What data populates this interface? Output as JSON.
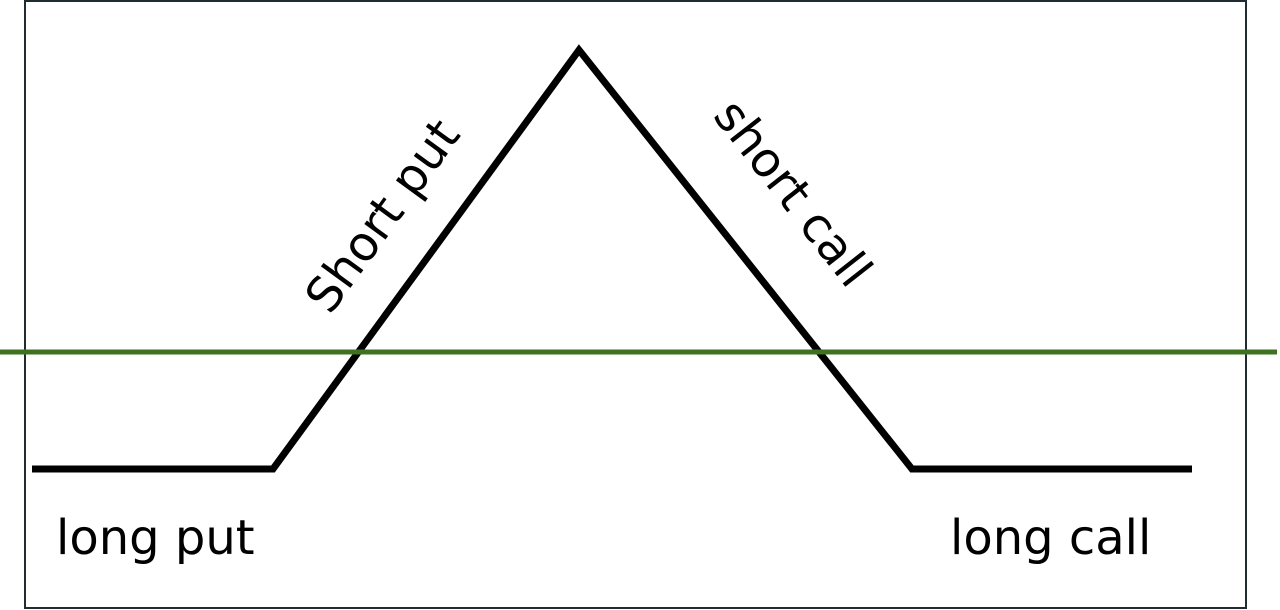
{
  "diagram": {
    "labels": {
      "long_put": "long put",
      "short_put": "Short put",
      "short_call": "short call",
      "long_call": "long call"
    },
    "colors": {
      "payoff_line": "#000000",
      "breakeven_line": "#3e7221",
      "frame": "#1f2d33",
      "background": "#ffffff"
    }
  }
}
